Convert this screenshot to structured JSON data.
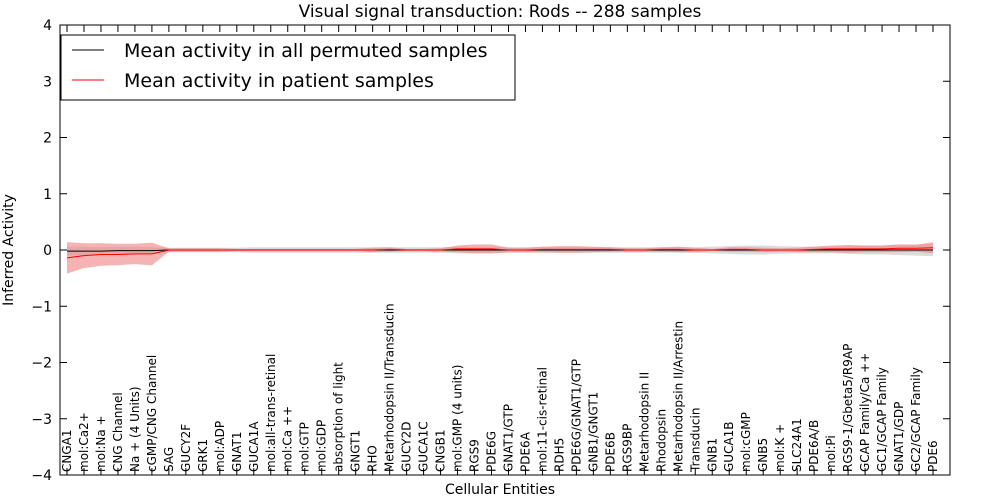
{
  "chart_data": {
    "type": "line",
    "title": "Visual signal transduction: Rods -- 288 samples",
    "xlabel": "Cellular Entities",
    "ylabel": "Inferred Activity",
    "ylim": [
      -4,
      4
    ],
    "yticks": [
      -4,
      -3,
      -2,
      -1,
      0,
      1,
      2,
      3,
      4
    ],
    "legend_position": "top-left",
    "grid": false,
    "categories": [
      "CNGA1",
      "mol:Ca2+",
      "mol:Na +",
      "CNG Channel",
      "Na + (4 Units)",
      "cGMP/CNG Channel",
      "SAG",
      "GUCY2F",
      "GRK1",
      "mol:ADP",
      "GNAT1",
      "GUCA1A",
      "mol:all-trans-retinal",
      "mol:Ca ++",
      "mol:GTP",
      "mol:GDP",
      "absorption of light",
      "GNGT1",
      "RHO",
      "Metarhodopsin II/Transducin",
      "GUCY2D",
      "GUCA1C",
      "CNGB1",
      "mol:GMP (4 units)",
      "RGS9",
      "PDE6G",
      "GNAT1/GTP",
      "PDE6A",
      "mol:11-cis-retinal",
      "RDH5",
      "PDE6G/GNAT1/GTP",
      "GNB1/GNGT1",
      "PDE6B",
      "RGS9BP",
      "Metarhodopsin II",
      "Rhodopsin",
      "Metarhodopsin II/Arrestin",
      "Transducin",
      "GNB1",
      "GUCA1B",
      "mol:cGMP",
      "GNB5",
      "mol:K +",
      "SLC24A1",
      "PDE6A/B",
      "mol:Pi",
      "RGS9-1/Gbeta5/R9AP",
      "GCAP Family/Ca ++",
      "GC1/GCAP Family",
      "GNAT1/GDP",
      "GC2/GCAP Family",
      "PDE6"
    ],
    "series": [
      {
        "name": "Mean activity in all permuted samples",
        "color": "#000000",
        "band_color": "#bfbfbf",
        "values": [
          -0.02,
          -0.02,
          -0.02,
          -0.01,
          -0.01,
          -0.01,
          0.0,
          0.0,
          0.0,
          0.0,
          0.0,
          0.0,
          0.0,
          0.0,
          0.0,
          0.0,
          0.0,
          0.0,
          0.0,
          0.0,
          0.0,
          0.0,
          0.0,
          0.0,
          0.0,
          0.0,
          0.0,
          0.0,
          0.0,
          0.0,
          0.0,
          0.0,
          0.0,
          0.0,
          0.0,
          0.0,
          0.0,
          0.0,
          0.0,
          0.0,
          0.0,
          0.0,
          0.0,
          0.0,
          0.0,
          0.0,
          0.0,
          0.0,
          0.0,
          0.0,
          0.0,
          0.0
        ],
        "spread": [
          0.08,
          0.08,
          0.07,
          0.07,
          0.07,
          0.06,
          0.04,
          0.04,
          0.04,
          0.04,
          0.04,
          0.05,
          0.05,
          0.05,
          0.05,
          0.05,
          0.05,
          0.05,
          0.05,
          0.05,
          0.05,
          0.05,
          0.05,
          0.06,
          0.06,
          0.06,
          0.05,
          0.05,
          0.05,
          0.05,
          0.05,
          0.05,
          0.05,
          0.05,
          0.05,
          0.05,
          0.05,
          0.05,
          0.06,
          0.07,
          0.08,
          0.08,
          0.07,
          0.06,
          0.06,
          0.06,
          0.07,
          0.08,
          0.08,
          0.09,
          0.1,
          0.11
        ]
      },
      {
        "name": "Mean activity in patient samples",
        "color": "#ff0000",
        "band_color": "#f08080",
        "values": [
          -0.14,
          -0.1,
          -0.08,
          -0.08,
          -0.07,
          -0.07,
          0.0,
          0.0,
          0.0,
          0.0,
          0.0,
          0.0,
          0.0,
          0.0,
          0.0,
          0.0,
          0.0,
          0.0,
          0.0,
          0.01,
          0.0,
          0.0,
          0.0,
          0.02,
          0.02,
          0.02,
          0.0,
          0.0,
          0.01,
          0.01,
          0.01,
          0.01,
          0.01,
          0.0,
          0.0,
          0.01,
          0.01,
          0.0,
          0.0,
          0.01,
          0.01,
          0.0,
          0.0,
          0.0,
          0.01,
          0.02,
          0.02,
          0.02,
          0.02,
          0.03,
          0.03,
          0.04
        ],
        "spread": [
          0.28,
          0.22,
          0.2,
          0.19,
          0.18,
          0.2,
          0.03,
          0.03,
          0.03,
          0.03,
          0.02,
          0.02,
          0.02,
          0.02,
          0.02,
          0.02,
          0.02,
          0.02,
          0.04,
          0.04,
          0.02,
          0.02,
          0.03,
          0.06,
          0.08,
          0.08,
          0.04,
          0.04,
          0.05,
          0.06,
          0.06,
          0.05,
          0.04,
          0.03,
          0.03,
          0.04,
          0.05,
          0.04,
          0.02,
          0.04,
          0.04,
          0.04,
          0.03,
          0.04,
          0.05,
          0.06,
          0.07,
          0.06,
          0.06,
          0.07,
          0.06,
          0.1
        ]
      }
    ]
  }
}
